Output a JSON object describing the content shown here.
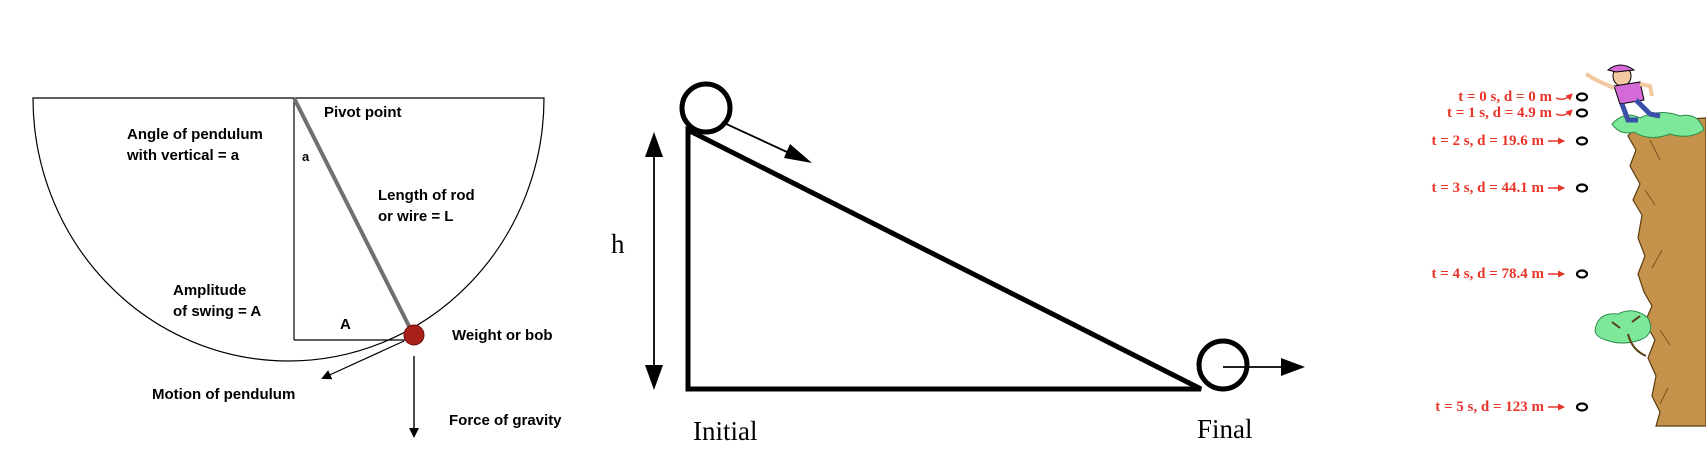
{
  "pendulum": {
    "pivot_label": "Pivot point",
    "angle_label_line1": "Angle of pendulum",
    "angle_label_line2": "with vertical = a",
    "angle_symbol": "a",
    "length_label_line1": "Length of rod",
    "length_label_line2": "or wire = L",
    "amplitude_label_line1": "Amplitude",
    "amplitude_label_line2": "of swing = A",
    "amplitude_symbol": "A",
    "bob_label": "Weight or bob",
    "motion_label": "Motion of pendulum",
    "gravity_label": "Force of gravity",
    "colors": {
      "bob": "#a8201a",
      "rod": "#707070",
      "line": "#000000"
    }
  },
  "incline": {
    "height_label": "h",
    "initial_label": "Initial",
    "final_label": "Final"
  },
  "freefall": {
    "markers": [
      {
        "label": "t = 0 s, d = 0 m"
      },
      {
        "label": "t = 1 s, d = 4.9 m"
      },
      {
        "label": "t = 2 s,  d = 19.6 m"
      },
      {
        "label": "t = 3 s,  d = 44.1 m"
      },
      {
        "label": "t = 4 s,  d = 78.4 m"
      },
      {
        "label": "t = 5 s,  d = 123 m"
      }
    ],
    "colors": {
      "labels": "#e8352a",
      "cliff": "#c4924a",
      "foliage": "#7de89a"
    }
  }
}
